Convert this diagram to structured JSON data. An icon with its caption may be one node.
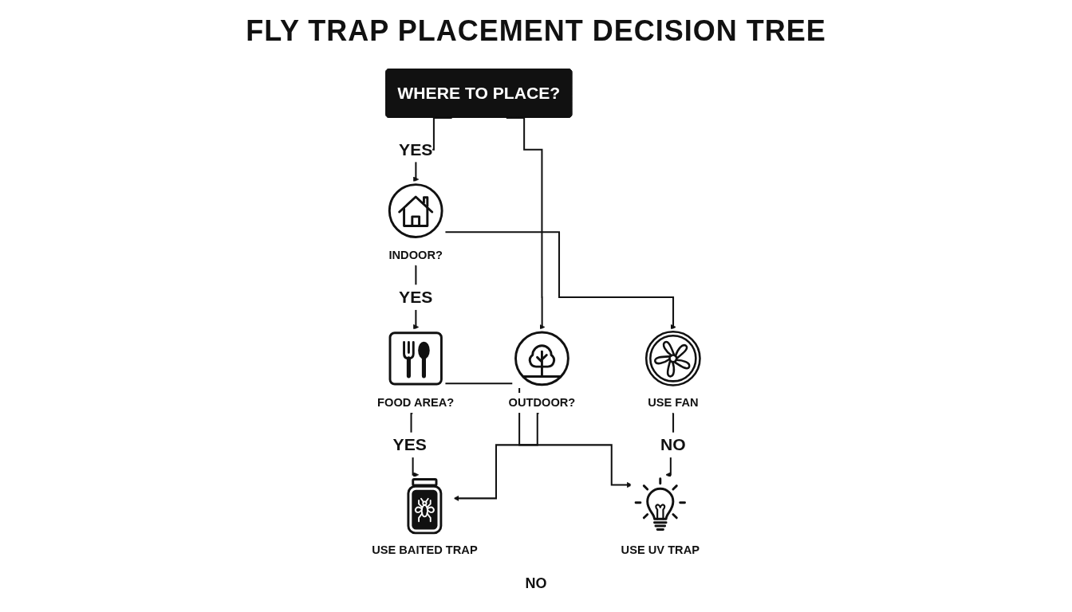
{
  "diagram": {
    "title": "FLY TRAP PLACEMENT DECISION TREE",
    "nodes": [
      {
        "text": [
          "WHERE TO PLACE?"
        ]
      },
      {
        "text": [
          "INDOOR?"
        ]
      },
      {
        "text": [
          "FOOD AREA?"
        ]
      },
      {
        "text": [
          "OUTDOOR?"
        ]
      },
      {
        "text": [
          "USE FAN"
        ]
      },
      {
        "text": [
          "USE UV TRAP"
        ]
      },
      {
        "text": [
          "USE BAITED TRAP"
        ]
      }
    ],
    "edges": [
      {
        "from": 0,
        "to": 1,
        "arrow": "to",
        "label": "YES"
      },
      {
        "from": 0,
        "to": 3,
        "arrow": "to"
      },
      {
        "from": 1,
        "to": 2,
        "arrow": "to",
        "label": "YES"
      },
      {
        "from": 2,
        "to": 6,
        "arrow": "to",
        "label": "YES"
      },
      {
        "from": 1,
        "to": 4,
        "arrow": "to"
      },
      {
        "from": 2,
        "to": 5,
        "arrow": "to"
      },
      {
        "from": 3,
        "to": 6,
        "arrow": "to"
      },
      {
        "from": 4,
        "to": 5,
        "arrow": "to",
        "label": "NO"
      }
    ],
    "labels": [
      "NO"
    ]
  }
}
